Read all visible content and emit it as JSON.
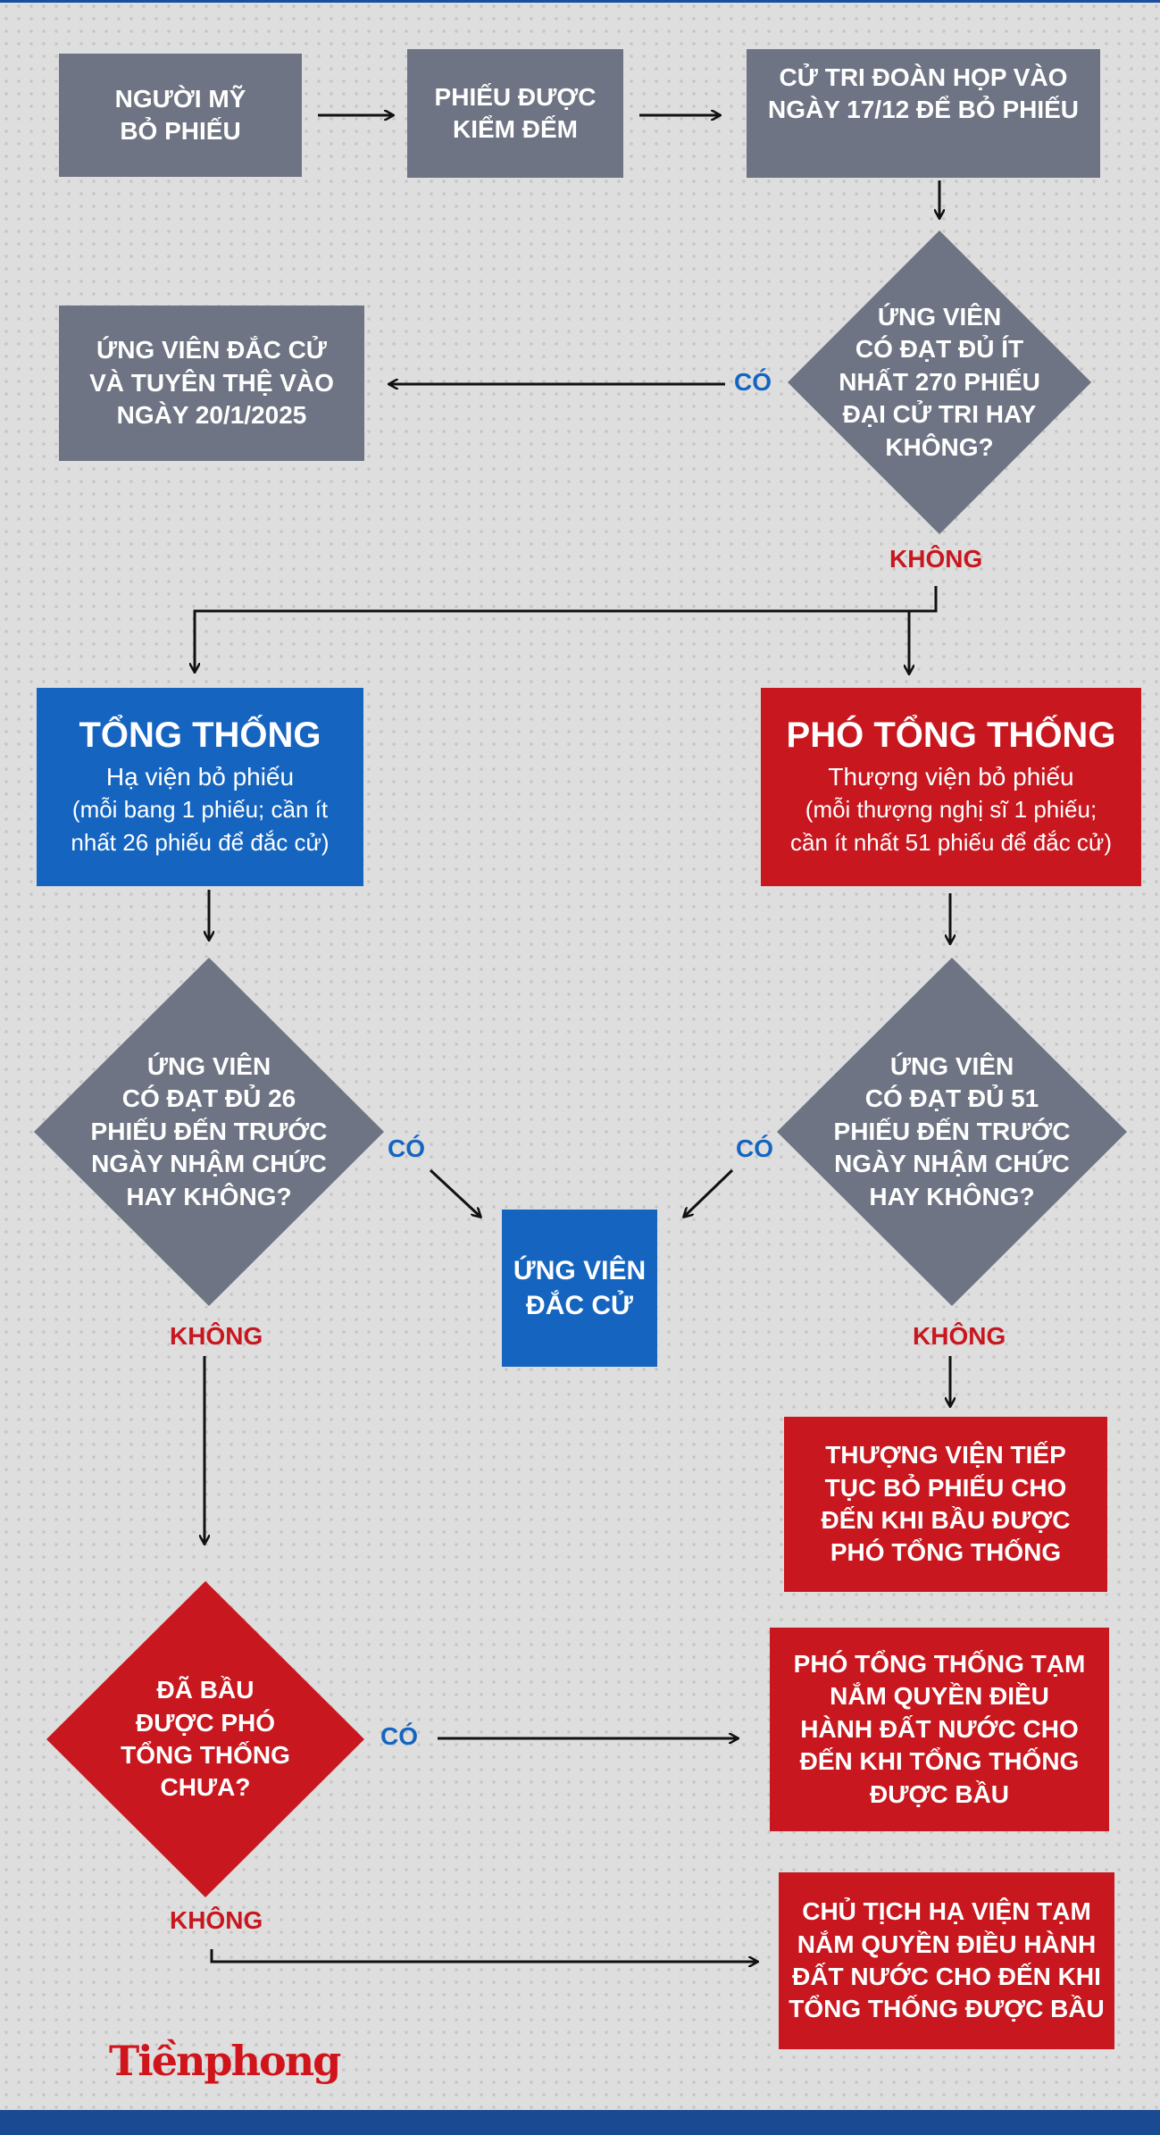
{
  "steps": {
    "voters": "Người Mỹ\nbỏ phiếu",
    "counted": "Phiếu được\nkiểm đếm",
    "electors_meet": "Cử tri đoàn họp vào\nngày 17/12 để bỏ phiếu",
    "winner_sworn": "Ứng viên đắc cử\nvà tuyên thệ vào\nngày 20/1/2025"
  },
  "decision_270": "ỨNG VIÊN\nCÓ ĐẠT ĐỦ ÍT\nNHẤT 270 PHIẾU\nĐẠI CỬ TRI HAY\nKHÔNG?",
  "labels": {
    "yes": "CÓ",
    "no": "KHÔNG"
  },
  "president": {
    "title": "Tổng thống",
    "line1": "Hạ viện bỏ phiếu",
    "line2": "(mỗi bang 1 phiếu; cần ít",
    "line3": "nhất 26 phiếu để đắc cử)"
  },
  "vice_president": {
    "title": "Phó Tổng thống",
    "line1": "Thượng viện bỏ phiếu",
    "line2": "(mỗi thượng nghị sĩ 1 phiếu;",
    "line3": "cần ít nhất 51 phiếu để đắc cử)"
  },
  "decision_26": "ỨNG VIÊN\nCÓ ĐẠT ĐỦ 26\nPHIẾU ĐẾN TRƯỚC\nNGÀY NHẬM CHỨC\nHAY KHÔNG?",
  "decision_51": "ỨNG VIÊN\nCÓ ĐẠT ĐỦ 51\nPHIẾU ĐẾN TRƯỚC\nNGÀY NHẬM CHỨC\nHAY KHÔNG?",
  "elected": "Ứng viên\nđắc cử",
  "senate_continue": "Thượng viện tiếp\ntục bỏ phiếu cho\nđến khi bầu được\nPhó Tổng thống",
  "decision_vp_elected": "ĐÃ BẦU\nĐƯỢC PHÓ\nTỔNG THỐNG\nCHƯA?",
  "vp_acting": "Phó Tổng thống tạm\nnắm quyền điều\nhành đất nước cho\nđến khi Tổng thống\nđược bầu",
  "speaker_acting": "Chủ tịch Hạ viện tạm\nnắm quyền điều hành\nđất nước cho đến khi\nTổng thống được bầu",
  "logo": "Tiềnphong",
  "colors": {
    "gray_box": "#6e7483",
    "red_box": "#c8171e",
    "blue_box": "#1565c0",
    "yes_text": "#1565c0",
    "no_text": "#c8171e",
    "background": "#dedede"
  }
}
